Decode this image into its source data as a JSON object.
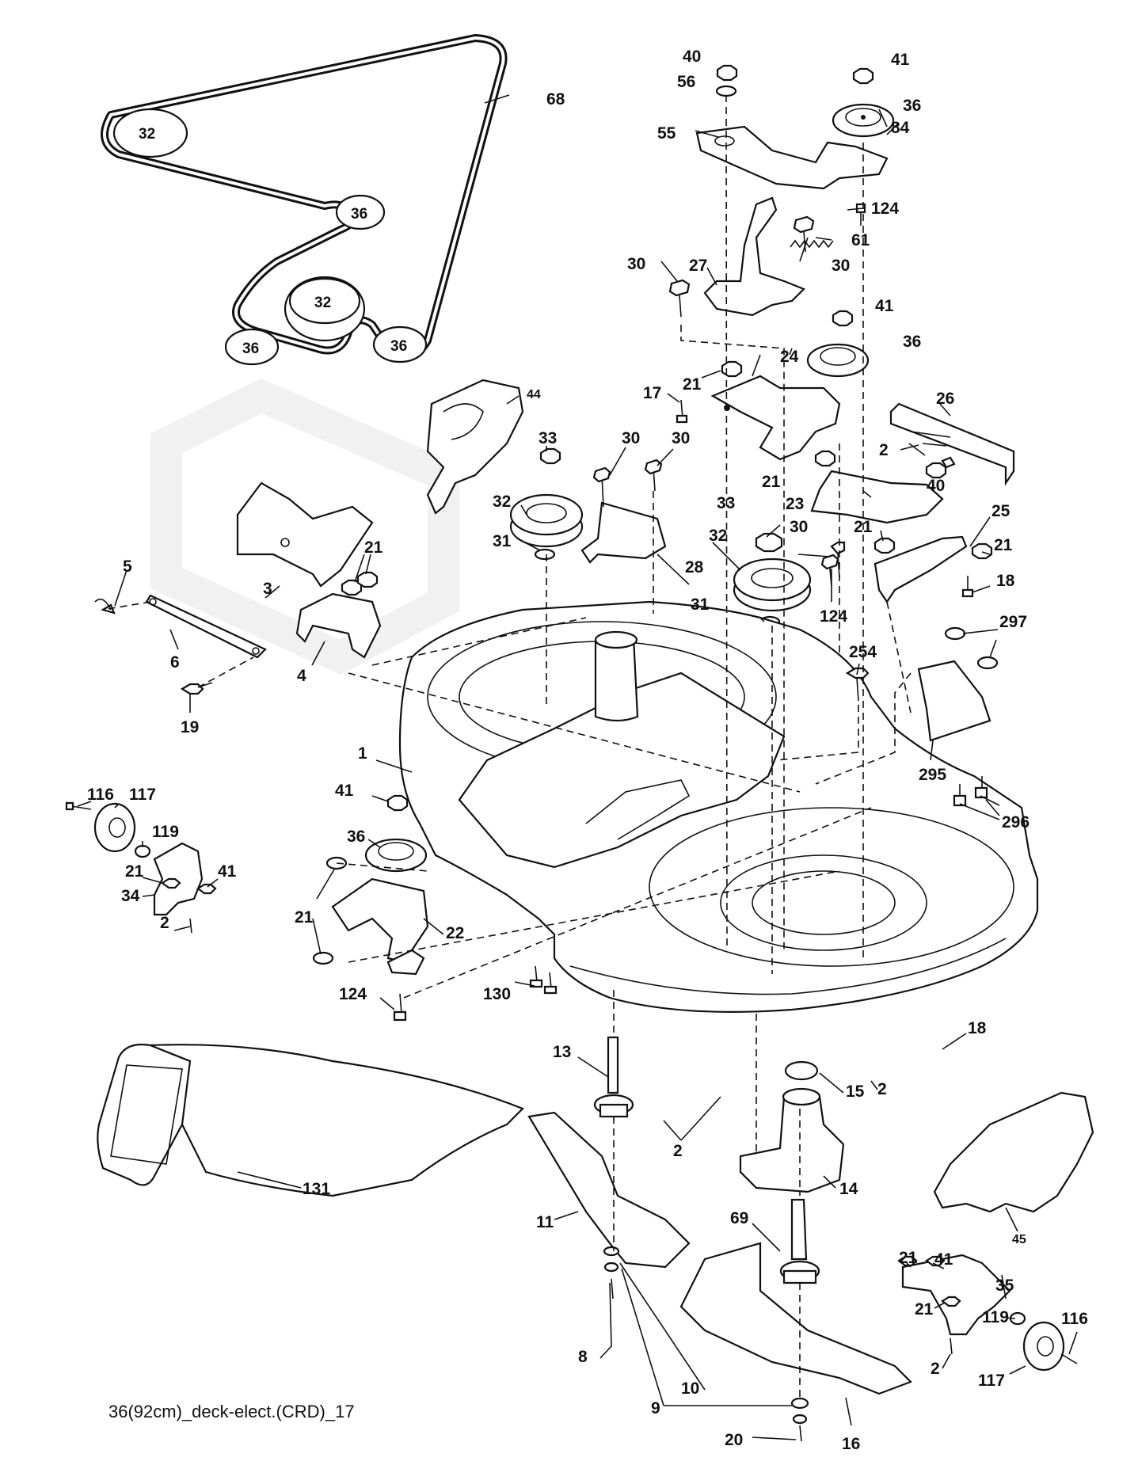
{
  "caption": "36(92cm)_deck-elect.(CRD)_17",
  "belt_pulley_labels": [
    "32",
    "36",
    "32",
    "36",
    "36"
  ],
  "callouts": {
    "c40_top": "40",
    "c41_top": "41",
    "c56": "56",
    "c36_top": "36",
    "c55": "55",
    "c84": "84",
    "c68": "68",
    "c124_top": "124",
    "c61": "61",
    "c27": "27",
    "c30_a": "30",
    "c30_b": "30",
    "c41_mid": "41",
    "c36_mid": "36",
    "c24": "24",
    "c21_a": "21",
    "c17": "17",
    "c44": "44",
    "c26": "26",
    "c2_a": "2",
    "c40_mid": "40",
    "c21_b": "21",
    "c23": "23",
    "c33_a": "33",
    "c30_c": "30",
    "c30_d": "30",
    "c32_a": "32",
    "c31_a": "31",
    "c28": "28",
    "c33_b": "33",
    "c32_b": "32",
    "c30_e": "30",
    "c21_c": "21",
    "c25": "25",
    "c21_d": "21",
    "c18_a": "18",
    "c124_mid": "124",
    "c31_b": "31",
    "c297": "297",
    "c254": "254",
    "c3": "3",
    "c21_e": "21",
    "c5": "5",
    "c6": "6",
    "c4": "4",
    "c19": "19",
    "c1": "1",
    "c295": "295",
    "c296": "296",
    "c116_a": "116",
    "c117_a": "117",
    "c119_a": "119",
    "c21_f": "21",
    "c41_b": "41",
    "c34": "34",
    "c2_b": "2",
    "c41_c": "41",
    "c36_c": "36",
    "c21_g": "21",
    "c22": "22",
    "c124_low": "124",
    "c130": "130",
    "c13": "13",
    "c18_b": "18",
    "c15": "15",
    "c2_c": "2",
    "c2_d": "2",
    "c131": "131",
    "c14": "14",
    "c45": "45",
    "c11": "11",
    "c69": "69",
    "c21_h": "21",
    "c41_d": "41",
    "c35": "35",
    "c21_i": "21",
    "c119_b": "119",
    "c116_b": "116",
    "c8": "8",
    "c10": "10",
    "c9": "9",
    "c2_e": "2",
    "c117_b": "117",
    "c20": "20",
    "c16": "16"
  }
}
